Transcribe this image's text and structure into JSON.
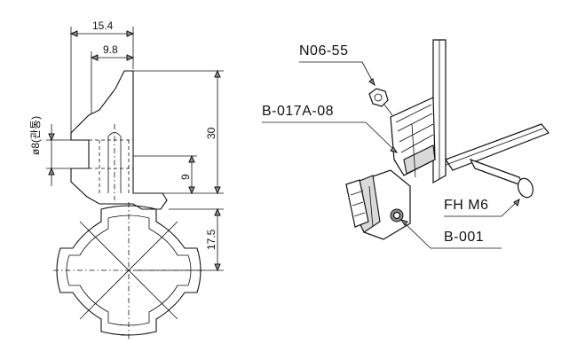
{
  "dimensions": {
    "width_top": "15.4",
    "width_inner": "9.8",
    "height_30": "30",
    "height_9": "9",
    "height_17_5": "17.5",
    "pipe_dia": "ø8(관통)"
  },
  "callouts": {
    "nut": "N06-55",
    "rail": "B-017A-08",
    "bolt": "FH M6",
    "joint": "B-001"
  }
}
